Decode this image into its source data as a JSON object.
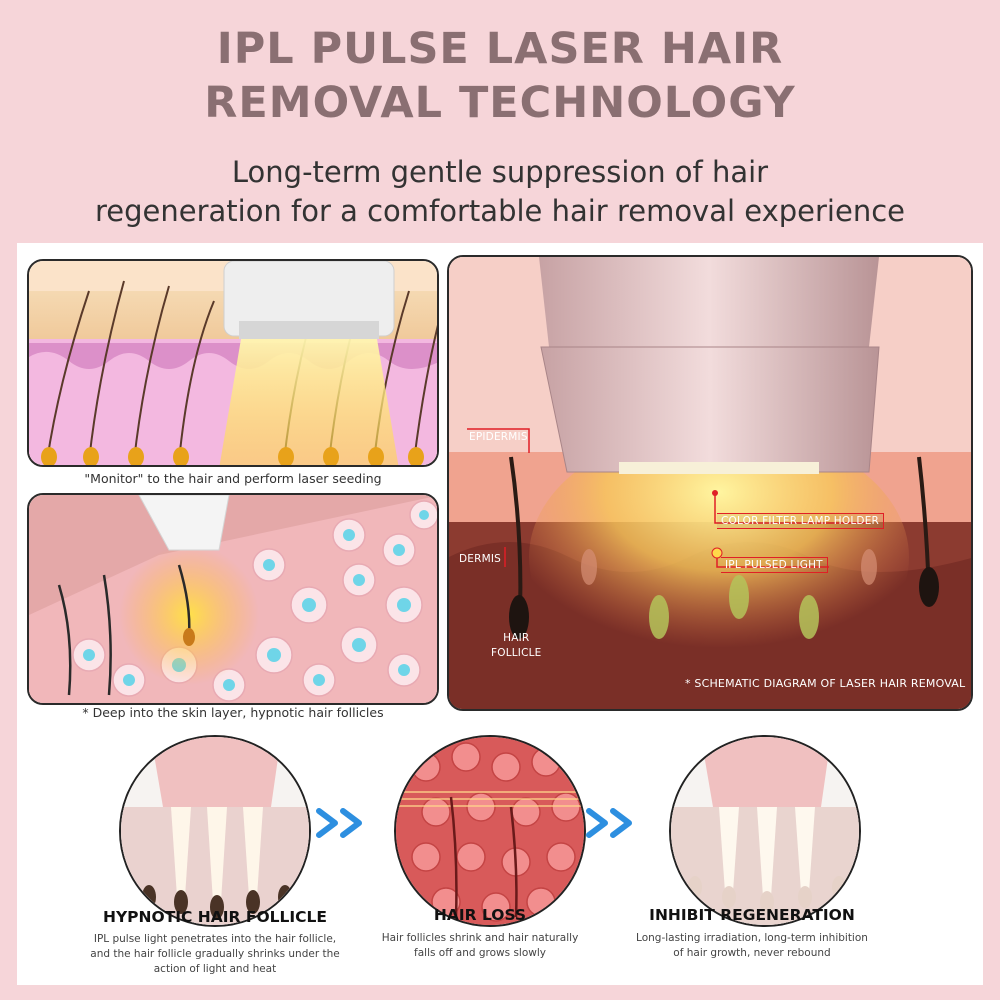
{
  "header": {
    "title_line1": "IPL PULSE LASER HAIR",
    "title_line2": "REMOVAL TECHNOLOGY",
    "subtitle_line1": "Long-term gentle suppression of hair",
    "subtitle_line2": "regeneration for a comfortable hair removal experience"
  },
  "panels": {
    "monitor_caption": "\"Monitor\" to the hair and perform laser seeding",
    "deep_caption": "* Deep into the skin layer, hypnotic hair follicles",
    "schematic": {
      "epidermis": "EPIDERMIS",
      "dermis": "DERMIS",
      "follicle_line1": "HAIR",
      "follicle_line2": "FOLLICLE",
      "lamp_holder": "COLOR FILTER LAMP HOLDER",
      "pulsed_light": "IPL PULSED LIGHT",
      "note": "* SCHEMATIC DIAGRAM OF LASER HAIR REMOVAL"
    }
  },
  "steps": [
    {
      "title": "HYPNOTIC HAIR FOLLICLE",
      "desc_line1": "IPL pulse light penetrates into the hair follicle,",
      "desc_line2": "and the hair follicle gradually shrinks under the",
      "desc_line3": "action of light and heat"
    },
    {
      "title": "HAIR LOSS",
      "desc_line1": "Hair follicles shrink and hair naturally",
      "desc_line2": "falls off and grows slowly",
      "desc_line3": ""
    },
    {
      "title": "INHIBIT REGENERATION",
      "desc_line1": "Long-lasting irradiation, long-term inhibition",
      "desc_line2": "of hair growth, never rebound",
      "desc_line3": ""
    }
  ],
  "colors": {
    "background": "#f6d5d9",
    "title": "#8a6f72",
    "accent_red": "#e01f26",
    "arrow_blue": "#2d8fe0"
  }
}
